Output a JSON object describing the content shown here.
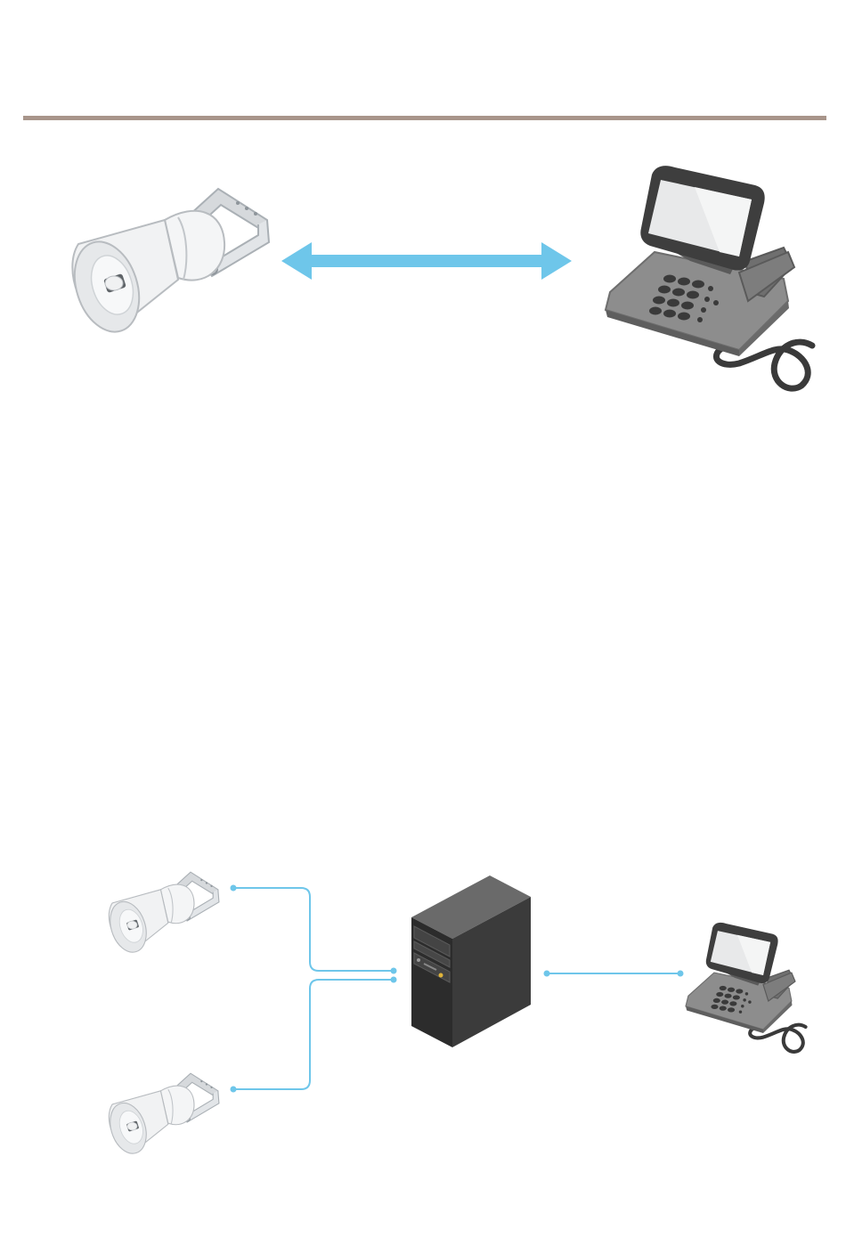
{
  "colors": {
    "header_rule": "#a8958a",
    "connection": "#6ec6ea",
    "speaker_body": "#f1f2f3",
    "speaker_outline": "#b8bcc0",
    "phone_body": "#8a8a8a",
    "phone_dark": "#3a3a3a",
    "server_body": "#3b3b3b"
  },
  "diagrams": [
    {
      "id": "direct",
      "devices": [
        {
          "type": "horn-speaker",
          "icon": "horn-speaker-icon"
        },
        {
          "type": "ip-phone",
          "icon": "ip-phone-icon"
        }
      ],
      "connection": "bidirectional-arrow"
    },
    {
      "id": "via-server",
      "devices": [
        {
          "type": "horn-speaker",
          "icon": "horn-speaker-icon"
        },
        {
          "type": "horn-speaker",
          "icon": "horn-speaker-icon"
        },
        {
          "type": "server",
          "icon": "server-icon"
        },
        {
          "type": "ip-phone",
          "icon": "ip-phone-icon"
        }
      ],
      "connection": "lines"
    }
  ]
}
